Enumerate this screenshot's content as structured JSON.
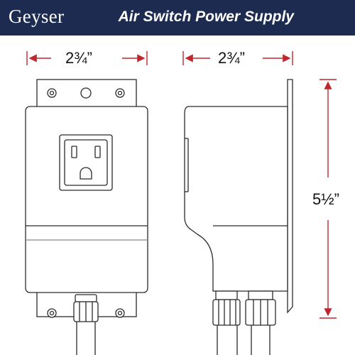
{
  "header": {
    "brand": "Geyser",
    "title": "Air Switch Power Supply"
  },
  "dimensions": {
    "front_width": "2¾”",
    "side_depth": "2¾”",
    "height": "5½”"
  },
  "colors": {
    "banner": "#1c2b4f",
    "dimension_arrow": "#c0272d",
    "outline": "#2b2b2b"
  },
  "icons": [
    "outlet-icon",
    "mounting-hole-icon",
    "cable-gland-icon"
  ]
}
